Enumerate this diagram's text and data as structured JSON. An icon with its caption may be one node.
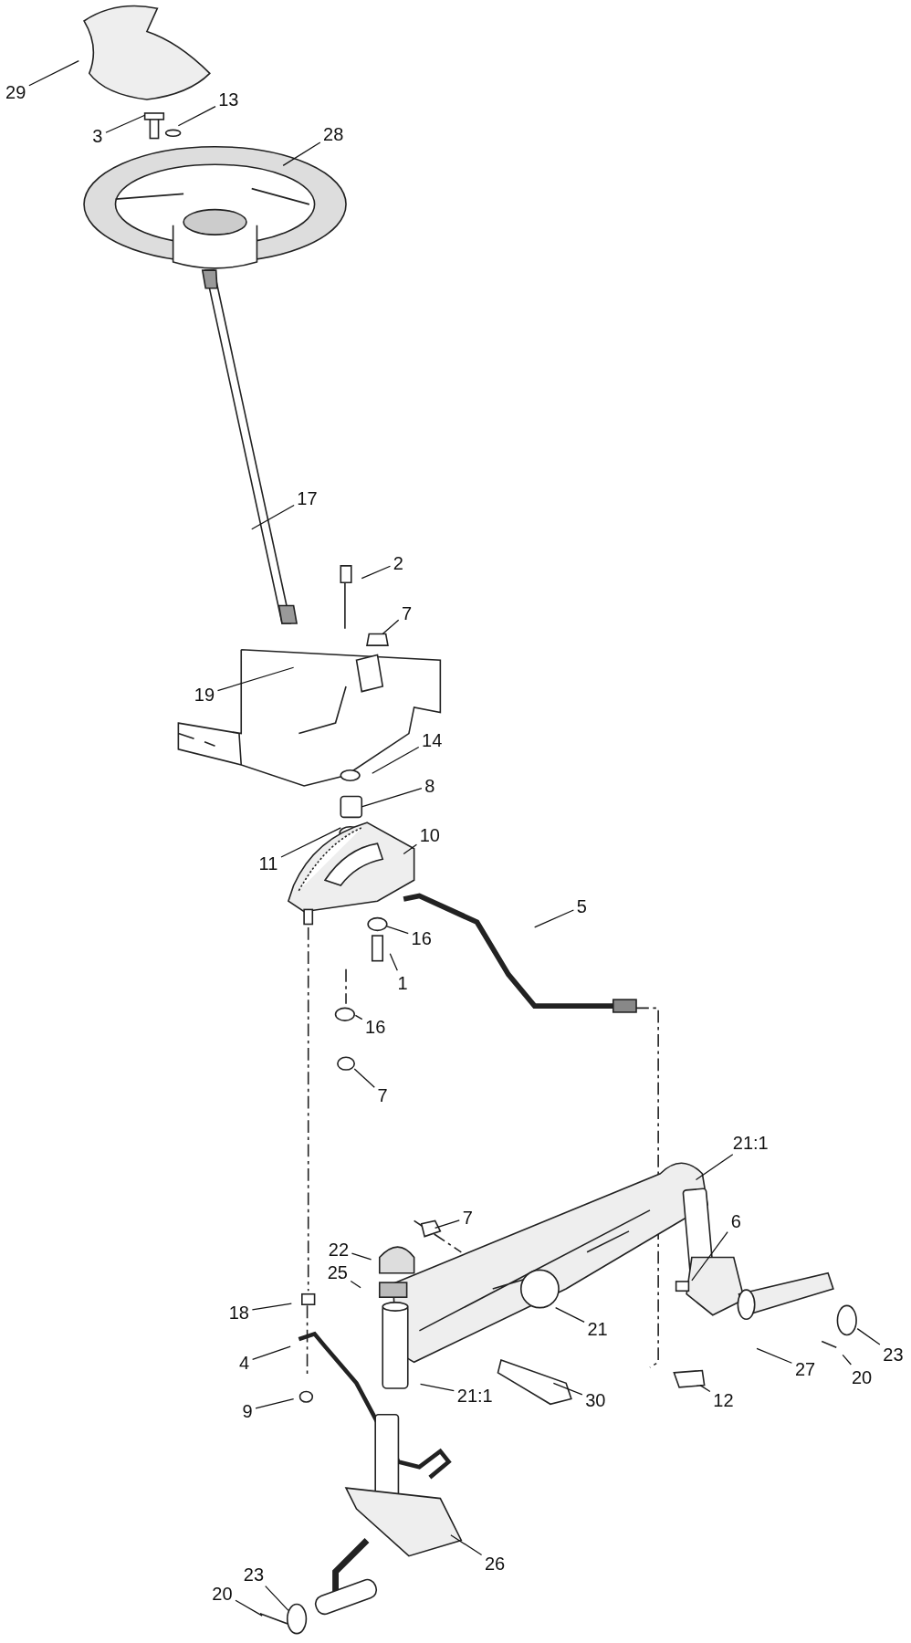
{
  "diagram": {
    "nodes": [
      {
        "text": [
          "29"
        ]
      },
      {
        "text": [
          "3"
        ]
      },
      {
        "text": [
          "13"
        ]
      },
      {
        "text": [
          "28"
        ]
      },
      {
        "text": [
          "17"
        ]
      },
      {
        "text": [
          "2"
        ]
      },
      {
        "text": [
          "7"
        ]
      },
      {
        "text": [
          "19"
        ]
      },
      {
        "text": [
          "14"
        ]
      },
      {
        "text": [
          "8"
        ]
      },
      {
        "text": [
          "11"
        ]
      },
      {
        "text": [
          "10"
        ]
      },
      {
        "text": [
          "16"
        ]
      },
      {
        "text": [
          "1"
        ]
      },
      {
        "text": [
          "5"
        ]
      },
      {
        "text": [
          "16"
        ]
      },
      {
        "text": [
          "7"
        ]
      },
      {
        "text": [
          "21:1"
        ]
      },
      {
        "text": [
          "6"
        ]
      },
      {
        "text": [
          "7"
        ]
      },
      {
        "text": [
          "22"
        ]
      },
      {
        "text": [
          "18"
        ]
      },
      {
        "text": [
          "25"
        ]
      },
      {
        "text": [
          "21"
        ]
      },
      {
        "text": [
          "23"
        ]
      },
      {
        "text": [
          "20"
        ]
      },
      {
        "text": [
          "4"
        ]
      },
      {
        "text": [
          "27"
        ]
      },
      {
        "text": [
          "9"
        ]
      },
      {
        "text": [
          "21:1"
        ]
      },
      {
        "text": [
          "30"
        ]
      },
      {
        "text": [
          "12"
        ]
      },
      {
        "text": [
          "26"
        ]
      },
      {
        "text": [
          "23"
        ]
      },
      {
        "text": [
          "20"
        ]
      }
    ],
    "edges": [
      {
        "from": 0,
        "to": null,
        "arrow": "none"
      },
      {
        "from": 1,
        "to": null,
        "arrow": "none"
      },
      {
        "from": 2,
        "to": null,
        "arrow": "none"
      },
      {
        "from": 3,
        "to": null,
        "arrow": "none"
      },
      {
        "from": 4,
        "to": null,
        "arrow": "none"
      },
      {
        "from": 5,
        "to": null,
        "arrow": "none"
      },
      {
        "from": 6,
        "to": null,
        "arrow": "none"
      },
      {
        "from": 7,
        "to": null,
        "arrow": "none"
      },
      {
        "from": 8,
        "to": null,
        "arrow": "none"
      },
      {
        "from": 9,
        "to": null,
        "arrow": "none"
      },
      {
        "from": 10,
        "to": null,
        "arrow": "none"
      },
      {
        "from": 11,
        "to": null,
        "arrow": "none"
      },
      {
        "from": 12,
        "to": null,
        "arrow": "none"
      },
      {
        "from": 13,
        "to": null,
        "arrow": "none"
      },
      {
        "from": 14,
        "to": null,
        "arrow": "none"
      },
      {
        "from": 15,
        "to": null,
        "arrow": "none"
      },
      {
        "from": 16,
        "to": null,
        "arrow": "none"
      },
      {
        "from": 17,
        "to": null,
        "arrow": "none"
      },
      {
        "from": 18,
        "to": null,
        "arrow": "none"
      },
      {
        "from": 19,
        "to": null,
        "arrow": "none"
      },
      {
        "from": 20,
        "to": null,
        "arrow": "none"
      },
      {
        "from": 21,
        "to": null,
        "arrow": "none"
      },
      {
        "from": 22,
        "to": null,
        "arrow": "none"
      },
      {
        "from": 23,
        "to": null,
        "arrow": "none"
      },
      {
        "from": 24,
        "to": null,
        "arrow": "none"
      },
      {
        "from": 25,
        "to": null,
        "arrow": "none"
      },
      {
        "from": 26,
        "to": null,
        "arrow": "none"
      },
      {
        "from": 27,
        "to": null,
        "arrow": "none"
      },
      {
        "from": 28,
        "to": null,
        "arrow": "none"
      },
      {
        "from": 29,
        "to": null,
        "arrow": "none"
      },
      {
        "from": 30,
        "to": null,
        "arrow": "none"
      },
      {
        "from": 31,
        "to": null,
        "arrow": "none"
      },
      {
        "from": 32,
        "to": null,
        "arrow": "none"
      },
      {
        "from": 33,
        "to": null,
        "arrow": "none"
      },
      {
        "from": 34,
        "to": null,
        "arrow": "none"
      }
    ]
  }
}
